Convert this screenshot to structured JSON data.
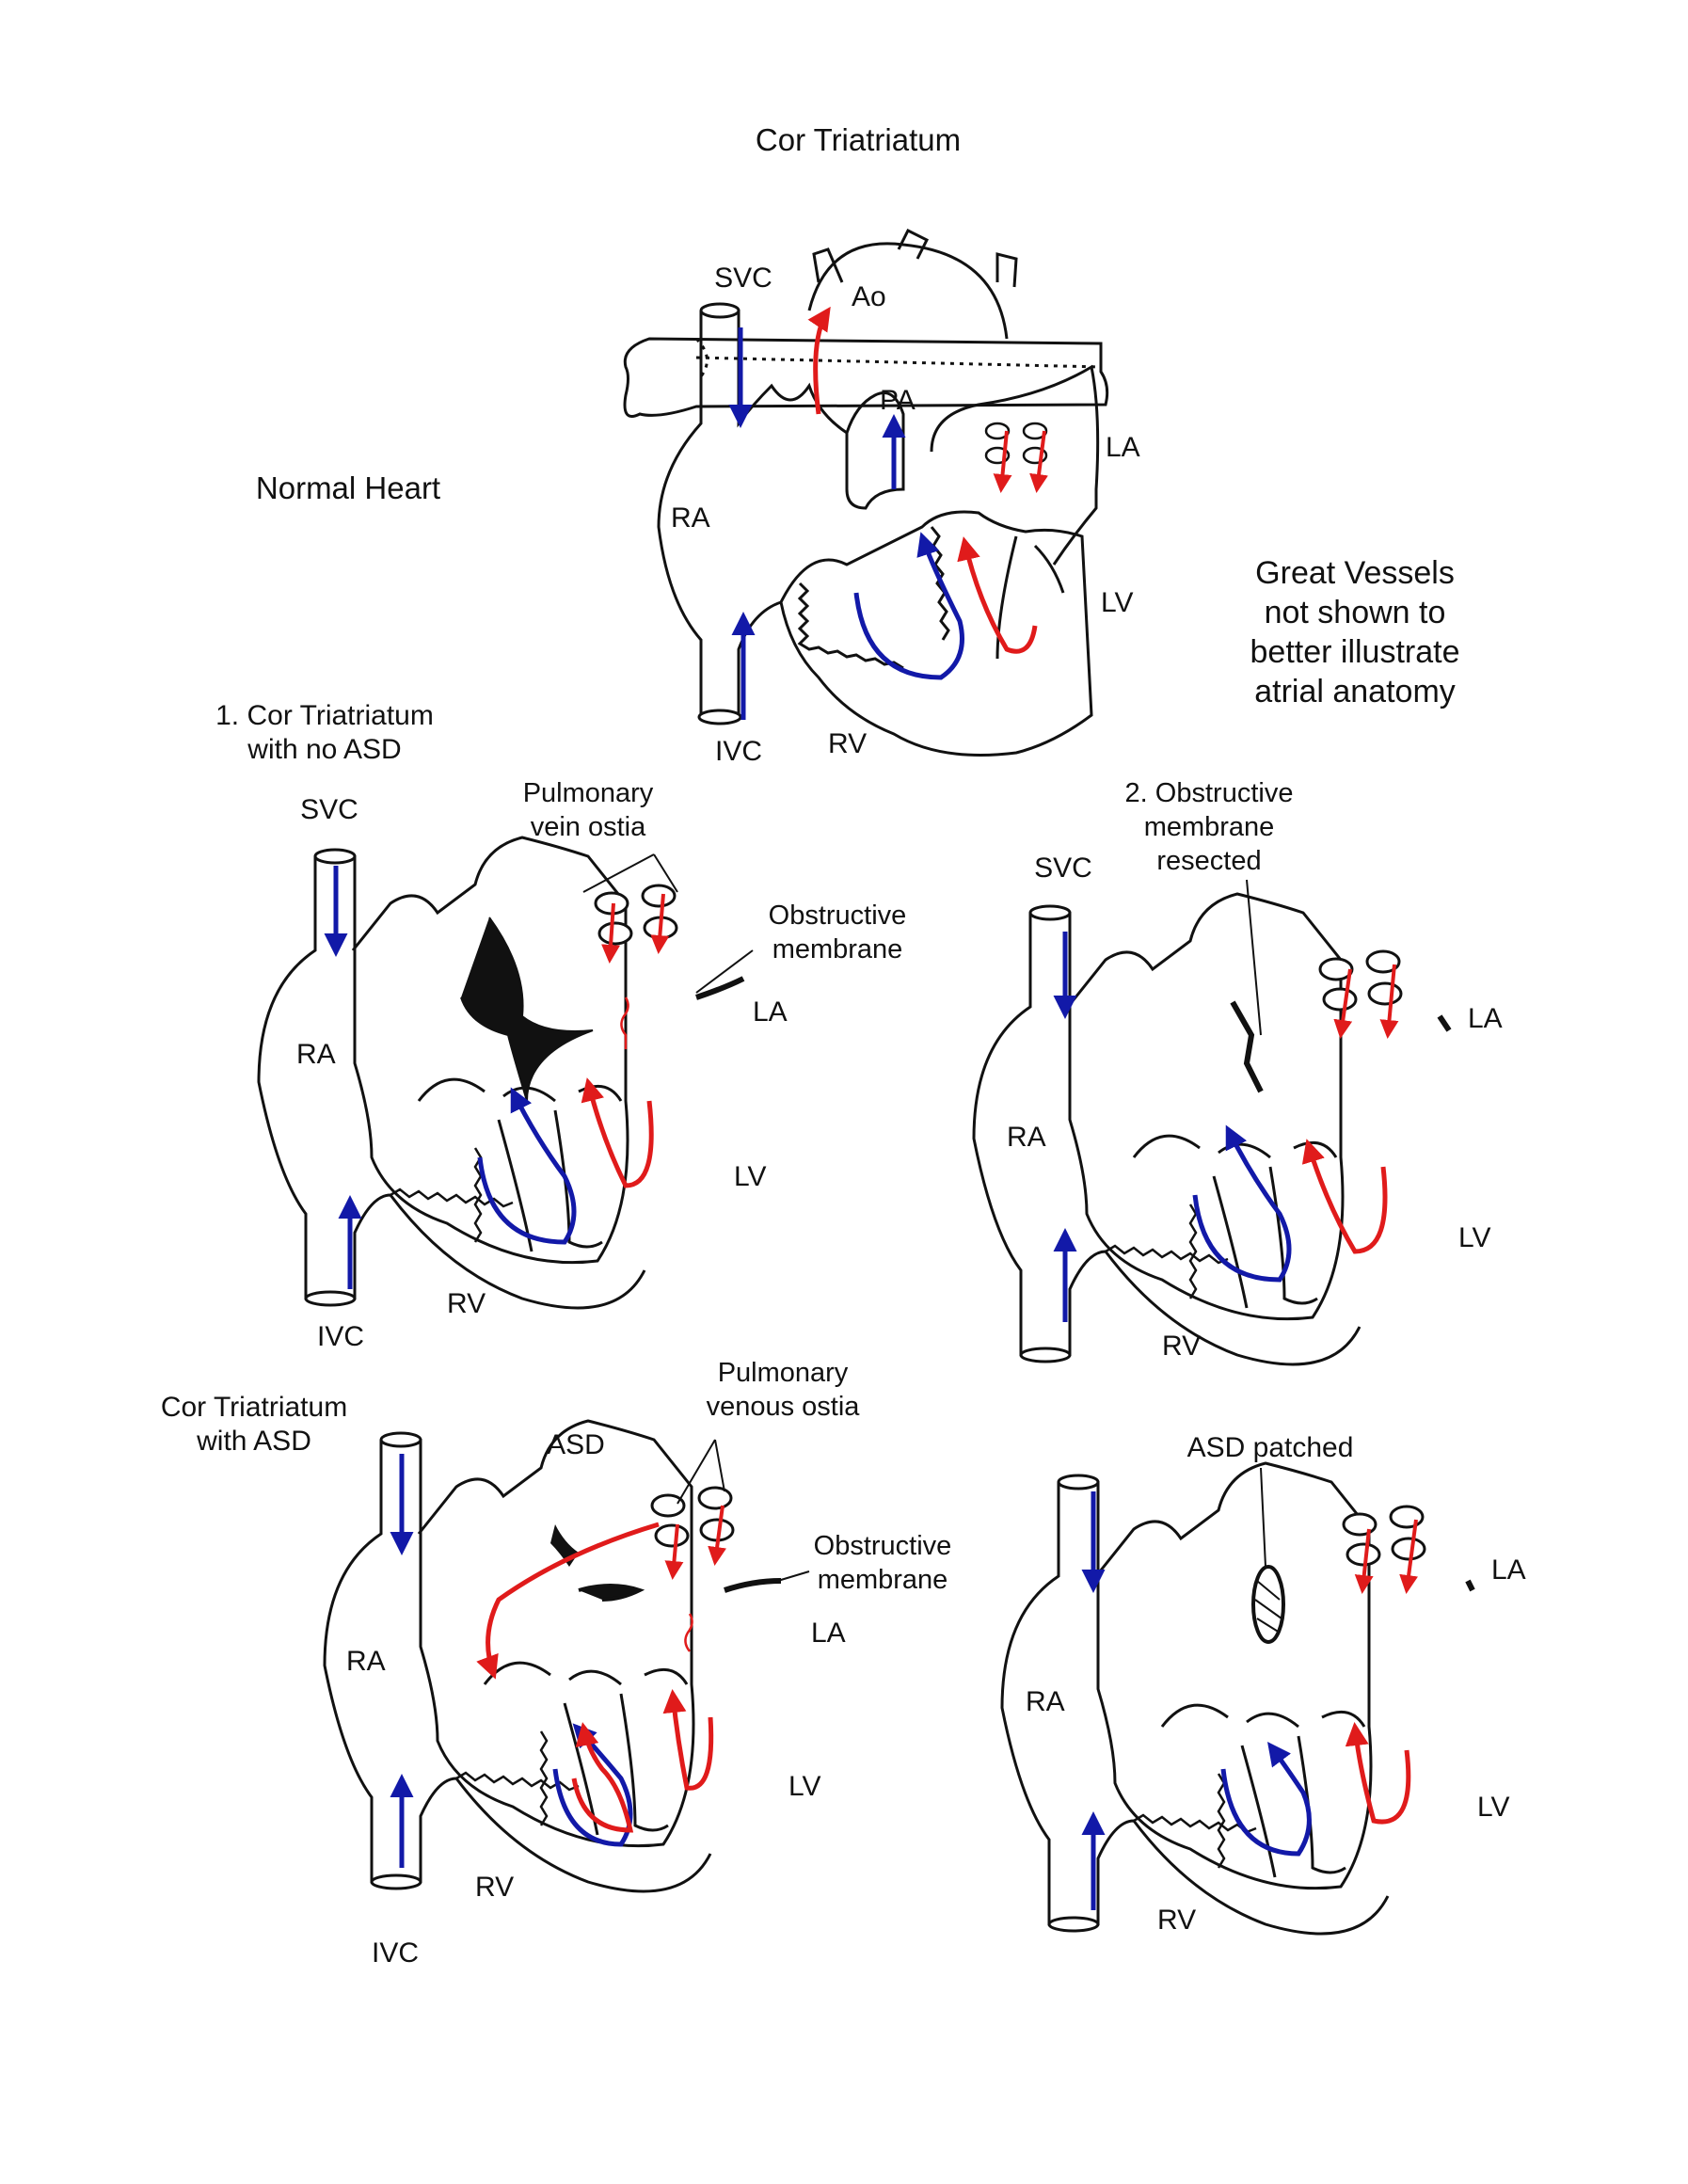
{
  "title": "Cor Triatriatum",
  "note": [
    "Great Vessels",
    "not shown to",
    "better illustrate",
    "atrial anatomy"
  ],
  "colors": {
    "line": "#111111",
    "blue": "#1219a8",
    "red": "#e01b1b"
  },
  "panels": {
    "normal": {
      "heading": "Normal Heart",
      "labels": {
        "svc": "SVC",
        "ao": "Ao",
        "pa": "PA",
        "la": "LA",
        "ra": "RA",
        "lv": "LV",
        "rv": "RV",
        "ivc": "IVC"
      }
    },
    "p1": {
      "heading": [
        "1. Cor Triatriatum",
        "with no ASD"
      ],
      "labels": {
        "svc": "SVC",
        "ra": "RA",
        "la": "LA",
        "lv": "LV",
        "rv": "RV",
        "ivc": "IVC"
      },
      "callout_ostia": [
        "Pulmonary",
        "vein ostia"
      ],
      "callout_membrane": [
        "Obstructive",
        "membrane"
      ]
    },
    "p2": {
      "heading": [
        "2. Obstructive",
        "membrane",
        "resected"
      ],
      "labels": {
        "svc": "SVC",
        "ra": "RA",
        "la": "LA",
        "lv": "LV",
        "rv": "RV"
      }
    },
    "p3": {
      "heading": [
        "Cor Triatriatum",
        "with ASD"
      ],
      "labels": {
        "asd": "ASD",
        "ra": "RA",
        "la": "LA",
        "lv": "LV",
        "rv": "RV",
        "ivc": "IVC"
      },
      "callout_ostia": [
        "Pulmonary",
        "venous ostia"
      ],
      "callout_membrane": [
        "Obstructive",
        "membrane"
      ]
    },
    "p4": {
      "heading": "ASD patched",
      "labels": {
        "ra": "RA",
        "la": "LA",
        "lv": "LV",
        "rv": "RV"
      }
    }
  }
}
